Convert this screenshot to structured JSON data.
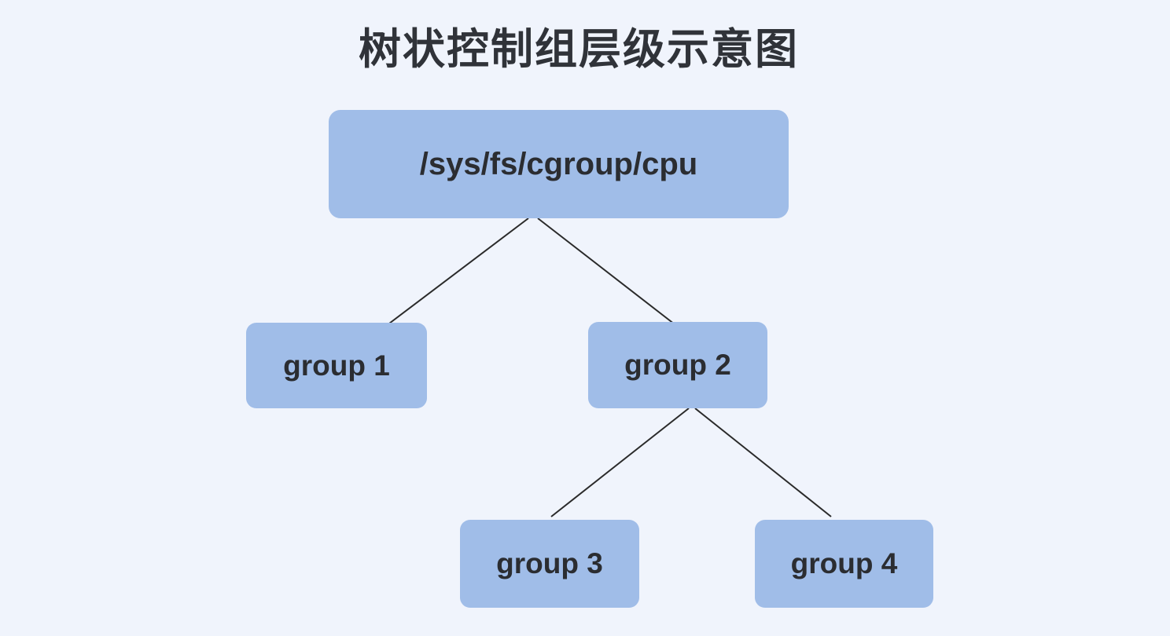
{
  "title": "树状控制组层级示意图",
  "diagram": {
    "type": "tree",
    "nodes": [
      {
        "id": "root",
        "label": "/sys/fs/cgroup/cpu",
        "level": 0
      },
      {
        "id": "group1",
        "label": "group 1",
        "level": 1,
        "parent": "root"
      },
      {
        "id": "group2",
        "label": "group 2",
        "level": 1,
        "parent": "root"
      },
      {
        "id": "group3",
        "label": "group 3",
        "level": 2,
        "parent": "group2"
      },
      {
        "id": "group4",
        "label": "group 4",
        "level": 2,
        "parent": "group2"
      }
    ],
    "edges": [
      {
        "from": "root",
        "to": "group1"
      },
      {
        "from": "root",
        "to": "group2"
      },
      {
        "from": "group2",
        "to": "group3"
      },
      {
        "from": "group2",
        "to": "group4"
      }
    ],
    "colors": {
      "background": "#f0f4fc",
      "node_fill": "#a0bde8",
      "edge": "#2a2a2a",
      "title_text": "#303339",
      "node_text": "#2b2d31"
    }
  }
}
